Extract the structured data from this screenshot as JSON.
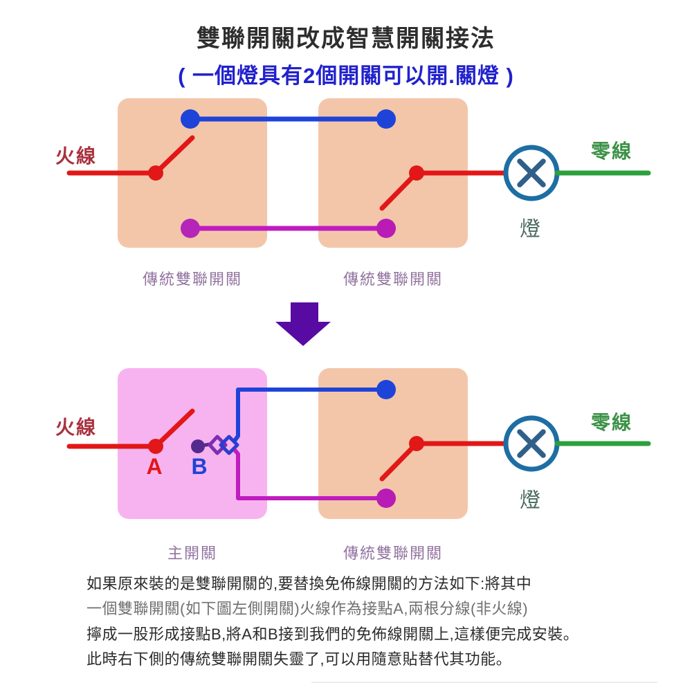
{
  "title": "雙聯開關改成智慧開關接法",
  "subtitle": "( 一個燈具有2個開關可以開.關燈 )",
  "top_diagram": {
    "live_wire_label": "火線",
    "neutral_wire_label": "零線",
    "lamp_label": "燈",
    "left_switch_label": "傳統雙聯開關",
    "right_switch_label": "傳統雙聯開關"
  },
  "bottom_diagram": {
    "live_wire_label": "火線",
    "neutral_wire_label": "零線",
    "lamp_label": "燈",
    "left_switch_label": "主開關",
    "right_switch_label": "傳統雙聯開關",
    "terminal_a_label": "A",
    "terminal_b_label": "B"
  },
  "description": {
    "line1": "如果原來裝的是雙聯開關的,要替換免佈線開關的方法如下:將其中",
    "line2": "一個雙聯開關(如下圖左側開關)火線作為接點A,兩根分線(非火線)",
    "line3": "擰成一股形成接點B,將A和B接到我們的免佈線開關上,這樣便完成安裝。",
    "line4": "此時右下側的傳統雙聯開關失靈了,可以用隨意貼替代其功能。"
  },
  "colors": {
    "wire-red": "#e21717",
    "wire-blue": "#1e43d8",
    "wire-magenta": "#bf1cbf",
    "wire-green": "#2ca03c",
    "label-red": "#a9333f",
    "label-green": "#3c9147",
    "lamp-teal": "#1d6ea3",
    "lamp-x": "#30608a",
    "lamp-label-color": "#4a6a5d",
    "box-peach": "#f3c6aa",
    "box-pink": "#f7b3ef",
    "switch-label-purple": "#92739f",
    "arrow-purple": "#580ba2",
    "terminal-purple": "#552a8e",
    "twist-purple": "#7b2fb0",
    "twist-blue": "#2b3ed0",
    "title-color": "#2e2e2e",
    "subtitle-blue": "#2121cd",
    "text-dark": "#2b2b2b",
    "text-gray": "#6f6f6f"
  }
}
